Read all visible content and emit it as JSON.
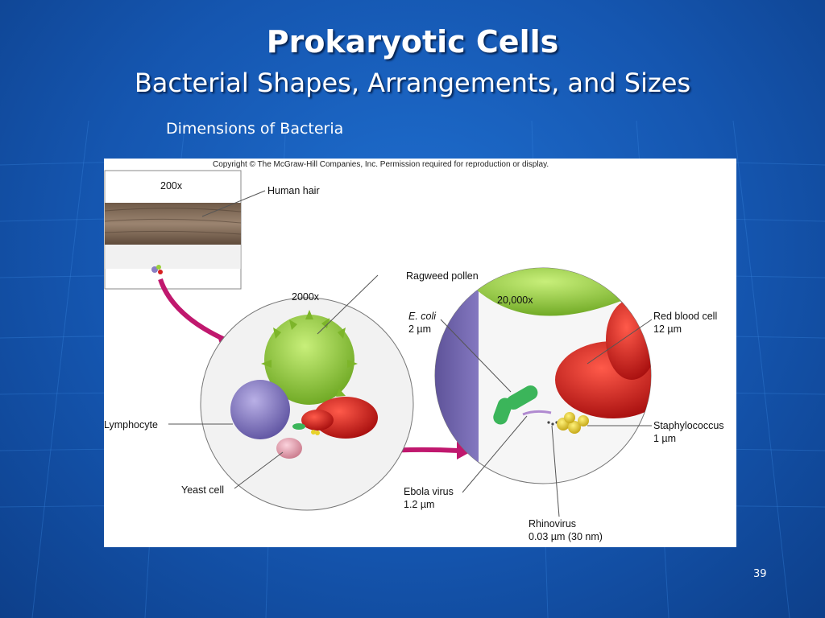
{
  "slide": {
    "title": "Prokaryotic Cells",
    "subtitle": "Bacterial Shapes, Arrangements, and Sizes",
    "subheading": "Dimensions of Bacteria",
    "slide_number": "39"
  },
  "figure": {
    "copyright": "Copyright © The McGraw-Hill Companies, Inc. Permission required for reproduction or display.",
    "magnifications": [
      "200x",
      "2000x",
      "20,000x"
    ],
    "labels": {
      "human_hair": "Human hair",
      "ragweed_pollen": "Ragweed pollen",
      "lymphocyte": "Lymphocyte",
      "yeast_cell": "Yeast cell",
      "ecoli_name": "E. coli",
      "ecoli_size": "2 µm",
      "red_blood_cell_name": "Red blood cell",
      "red_blood_cell_size": "12 µm",
      "staphylococcus_name": "Staphylococcus",
      "staphylococcus_size": "1 µm",
      "ebola_name": "Ebola virus",
      "ebola_size": "1.2 µm",
      "rhinovirus_name": "Rhinovirus",
      "rhinovirus_size": "0.03 µm (30 nm)"
    }
  },
  "colors": {
    "background": "#1556b0",
    "pollen": "#9bd13a",
    "lymphocyte": "#8a7fc4",
    "red_blood_cell": "#d61f1f",
    "ecoli": "#3bb55a",
    "staphylococcus": "#e8d22a",
    "yeast": "#e8a5b5",
    "arrow": "#c0186e"
  }
}
